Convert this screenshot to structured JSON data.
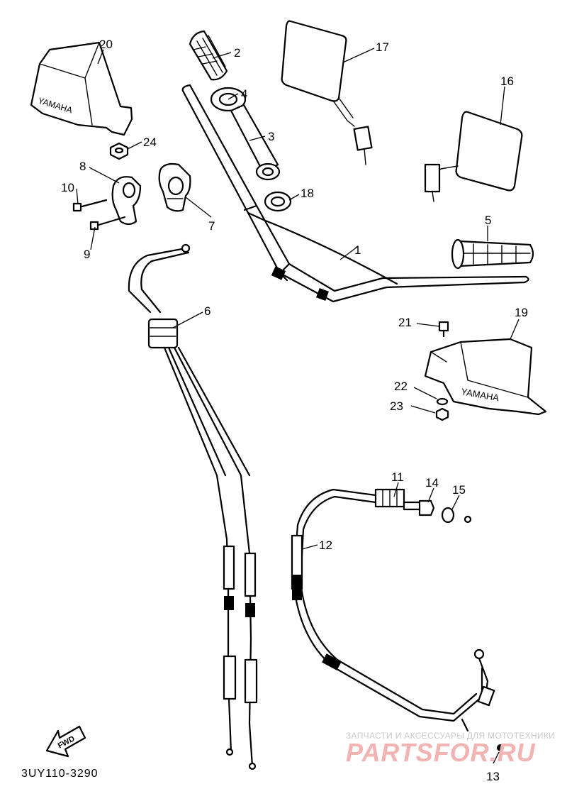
{
  "diagram": {
    "callouts": {
      "c1": "1",
      "c2": "2",
      "c3": "3",
      "c4": "4",
      "c5": "5",
      "c6": "6",
      "c7": "7",
      "c8": "8",
      "c9": "9",
      "c10": "10",
      "c11": "11",
      "c12": "12",
      "c13": "13",
      "c14": "14",
      "c15": "15",
      "c16": "16",
      "c17": "17",
      "c18": "18",
      "c19": "19",
      "c20": "20",
      "c21": "21",
      "c22": "22",
      "c23": "23",
      "c24": "24"
    },
    "guard_brand": "YAMAHA",
    "fwd_label": "FWD",
    "diagram_code": "3UY110-3290"
  },
  "watermark": {
    "subtitle": "ЗАПЧАСТИ И АКСЕССУАРЫ ДЛЯ МОТОТЕХНИКИ",
    "site": "PARTSFOR.RU"
  }
}
